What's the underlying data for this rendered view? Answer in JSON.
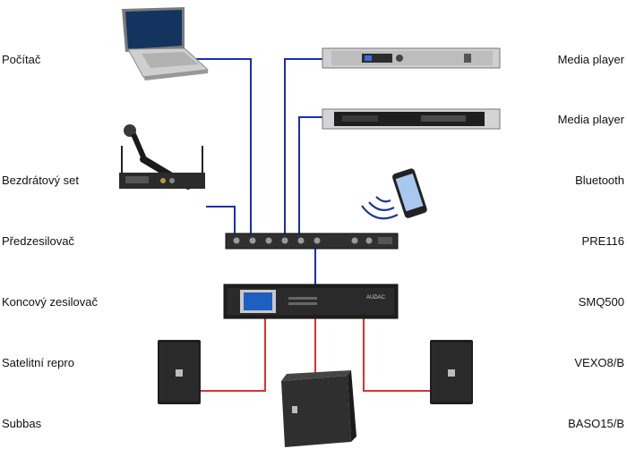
{
  "left_labels": {
    "computer": "Počítač",
    "wireless_set": "Bezdrátový set",
    "preamp": "Předzesilovač",
    "power_amp": "Koncový zesilovač",
    "satellite": "Satelitní repro",
    "subwoofer": "Subbas"
  },
  "right_labels": {
    "media_player_1": "Media player",
    "media_player_2": "Media player",
    "bluetooth": "Bluetooth",
    "preamp_model": "PRE116",
    "amp_model": "SMQ500",
    "satellite_model": "VEXO8/B",
    "sub_model": "BASO15/B"
  },
  "amp_brand": "AUDAC",
  "colors": {
    "signal_line": "#1a2fb3",
    "speaker_line": "#e03030",
    "device_dark": "#2b2b2b",
    "rack_silver": "#c9c9c9"
  },
  "icons": {
    "computer": "laptop-icon",
    "wireless_set": "wireless-mic-icon",
    "phone": "smartphone-icon",
    "bluetooth": "bluetooth-waves-icon"
  }
}
